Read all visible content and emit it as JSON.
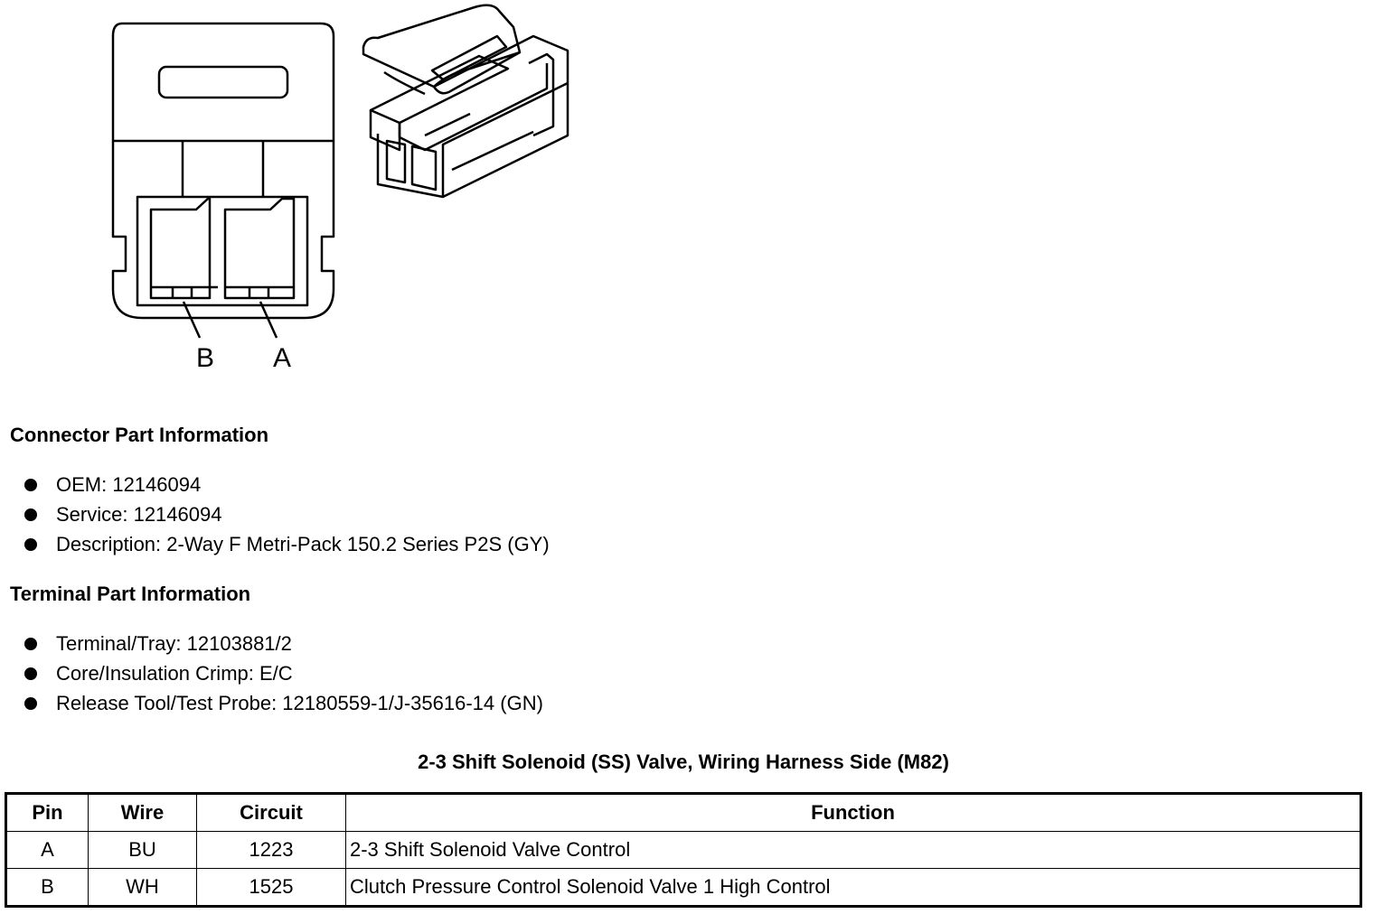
{
  "diagram": {
    "pin_labels": [
      "B",
      "A"
    ]
  },
  "connector_info": {
    "heading": "Connector Part Information",
    "items": [
      "OEM: 12146094",
      "Service: 12146094",
      "Description: 2-Way F Metri-Pack 150.2 Series P2S (GY)"
    ]
  },
  "terminal_info": {
    "heading": "Terminal Part Information",
    "items": [
      "Terminal/Tray: 12103881/2",
      "Core/Insulation Crimp: E/C",
      "Release Tool/Test Probe: 12180559-1/J-35616-14 (GN)"
    ]
  },
  "pin_table": {
    "title": "2-3 Shift Solenoid (SS) Valve, Wiring Harness Side (M82)",
    "headers": [
      "Pin",
      "Wire",
      "Circuit",
      "Function"
    ],
    "rows": [
      [
        "A",
        "BU",
        "1223",
        "2-3 Shift Solenoid Valve Control"
      ],
      [
        "B",
        "WH",
        "1525",
        "Clutch Pressure Control Solenoid Valve 1 High Control"
      ]
    ]
  }
}
